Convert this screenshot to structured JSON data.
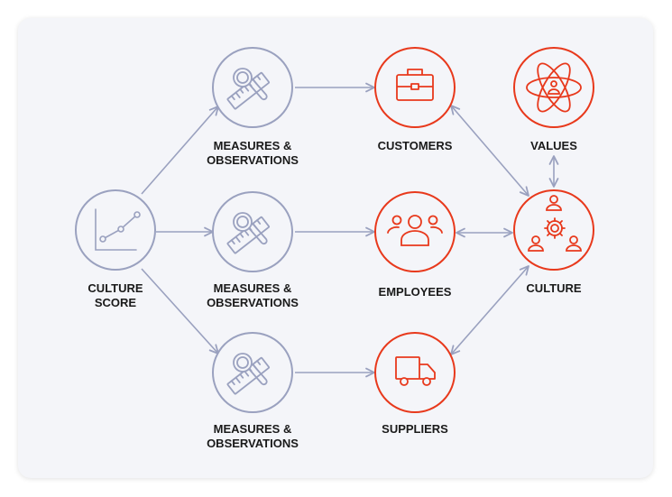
{
  "colors": {
    "gray": "#9aa1bf",
    "orange": "#e8391c",
    "text": "#1a1a1a",
    "card": "#f4f5f9"
  },
  "nodes": {
    "culture_score": {
      "label": "CULTURE\nSCORE",
      "icon": "line-chart-icon"
    },
    "measures_1": {
      "label": "MEASURES &\nOBSERVATIONS",
      "icon": "magnifier-ruler-icon"
    },
    "measures_2": {
      "label": "MEASURES &\nOBSERVATIONS",
      "icon": "magnifier-ruler-icon"
    },
    "measures_3": {
      "label": "MEASURES &\nOBSERVATIONS",
      "icon": "magnifier-ruler-icon"
    },
    "customers": {
      "label": "CUSTOMERS",
      "icon": "briefcase-icon"
    },
    "employees": {
      "label": "EMPLOYEES",
      "icon": "people-group-icon"
    },
    "suppliers": {
      "label": "SUPPLIERS",
      "icon": "delivery-truck-icon"
    },
    "values": {
      "label": "VALUES",
      "icon": "atom-person-icon"
    },
    "culture": {
      "label": "CULTURE",
      "icon": "people-gear-icon"
    }
  }
}
